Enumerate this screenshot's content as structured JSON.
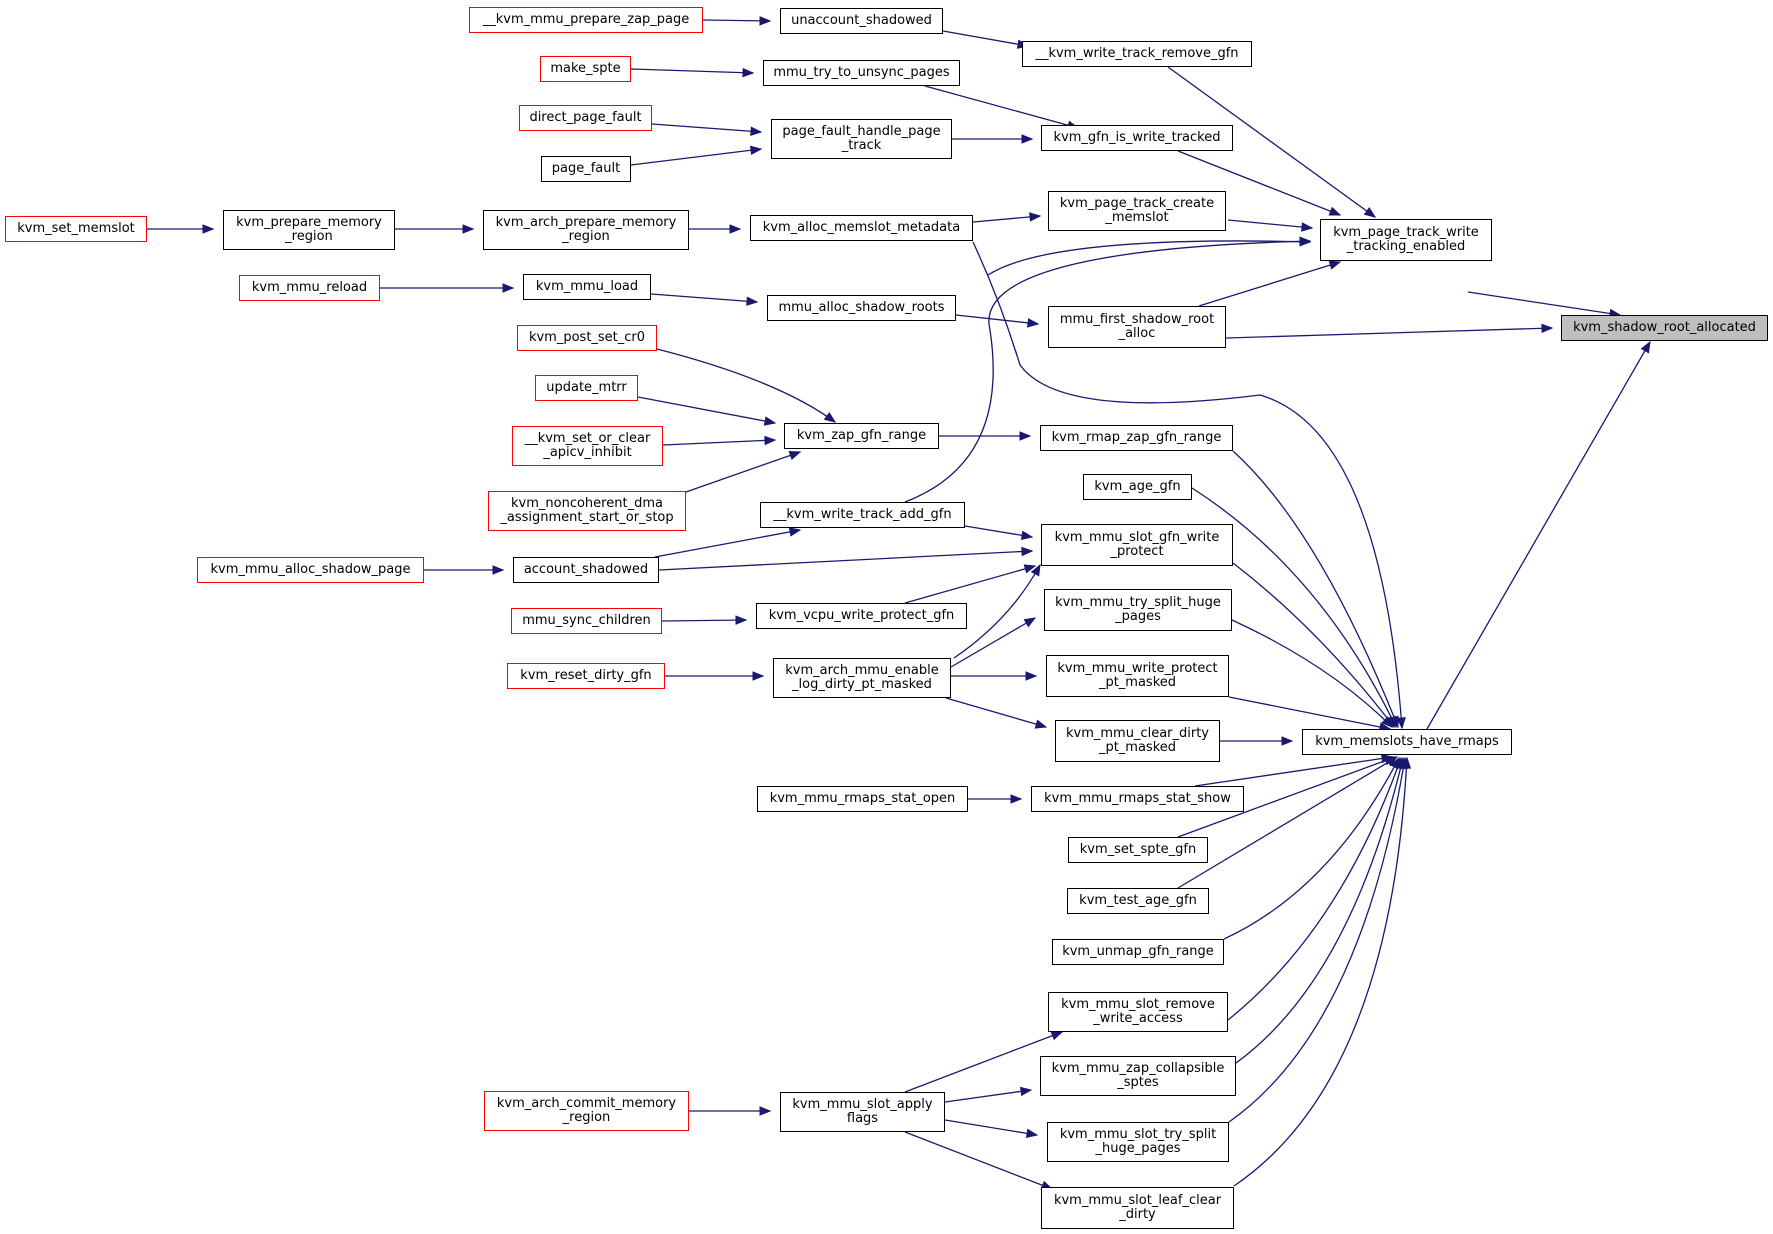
{
  "graph": {
    "root": "kvm_shadow_root_allocated",
    "colors": {
      "edge": "#191970",
      "node_border": "#000000",
      "truncated_border": "#ff0000",
      "root_fill": "#bfbfbf"
    },
    "nodes": {
      "root": "kvm_shadow_root_allocated",
      "page_track_write_tracking_enabled": "kvm_page_track_write\n_tracking_enabled",
      "mmu_first_shadow_root_alloc": "mmu_first_shadow_root\n_alloc",
      "memslots_have_rmaps": "kvm_memslots_have_rmaps",
      "write_track_remove_gfn": "__kvm_write_track_remove_gfn",
      "gfn_is_write_tracked": "kvm_gfn_is_write_tracked",
      "page_track_create_memslot": "kvm_page_track_create\n_memslot",
      "unaccount_shadowed": "unaccount_shadowed",
      "mmu_prepare_zap_page": "__kvm_mmu_prepare_zap_page",
      "mmu_try_to_unsync_pages": "mmu_try_to_unsync_pages",
      "make_spte": "make_spte",
      "page_fault_handle_page_track": "page_fault_handle_page\n_track",
      "direct_page_fault": "direct_page_fault",
      "page_fault": "page_fault",
      "alloc_memslot_metadata": "kvm_alloc_memslot_metadata",
      "arch_prepare_memory_region": "kvm_arch_prepare_memory\n_region",
      "prepare_memory_region": "kvm_prepare_memory\n_region",
      "set_memslot": "kvm_set_memslot",
      "mmu_alloc_shadow_roots": "mmu_alloc_shadow_roots",
      "mmu_load": "kvm_mmu_load",
      "mmu_reload": "kvm_mmu_reload",
      "rmap_zap_gfn_range": "kvm_rmap_zap_gfn_range",
      "zap_gfn_range": "kvm_zap_gfn_range",
      "post_set_cr0": "kvm_post_set_cr0",
      "update_mtrr": "update_mtrr",
      "set_or_clear_apicv_inhibit": "__kvm_set_or_clear\n_apicv_inhibit",
      "noncoherent_dma": "kvm_noncoherent_dma\n_assignment_start_or_stop",
      "age_gfn": "kvm_age_gfn",
      "write_track_add_gfn": "__kvm_write_track_add_gfn",
      "mmu_slot_gfn_write_protect": "kvm_mmu_slot_gfn_write\n_protect",
      "account_shadowed": "account_shadowed",
      "mmu_alloc_shadow_page": "kvm_mmu_alloc_shadow_page",
      "vcpu_write_protect_gfn": "kvm_vcpu_write_protect_gfn",
      "mmu_sync_children": "mmu_sync_children",
      "mmu_try_split_huge_pages": "kvm_mmu_try_split_huge\n_pages",
      "arch_mmu_enable_log_dirty": "kvm_arch_mmu_enable\n_log_dirty_pt_masked",
      "reset_dirty_gfn": "kvm_reset_dirty_gfn",
      "mmu_write_protect_pt_masked": "kvm_mmu_write_protect\n_pt_masked",
      "mmu_clear_dirty_pt_masked": "kvm_mmu_clear_dirty\n_pt_masked",
      "mmu_rmaps_stat_show": "kvm_mmu_rmaps_stat_show",
      "mmu_rmaps_stat_open": "kvm_mmu_rmaps_stat_open",
      "set_spte_gfn": "kvm_set_spte_gfn",
      "test_age_gfn": "kvm_test_age_gfn",
      "unmap_gfn_range": "kvm_unmap_gfn_range",
      "mmu_slot_remove_write_access": "kvm_mmu_slot_remove\n_write_access",
      "mmu_zap_collapsible_sptes": "kvm_mmu_zap_collapsible\n_sptes",
      "mmu_slot_try_split_huge_pages": "kvm_mmu_slot_try_split\n_huge_pages",
      "mmu_slot_leaf_clear_dirty": "kvm_mmu_slot_leaf_clear\n_dirty",
      "mmu_slot_apply_flags": "kvm_mmu_slot_apply\nflags",
      "arch_commit_memory_region": "kvm_arch_commit_memory\n_region"
    }
  }
}
